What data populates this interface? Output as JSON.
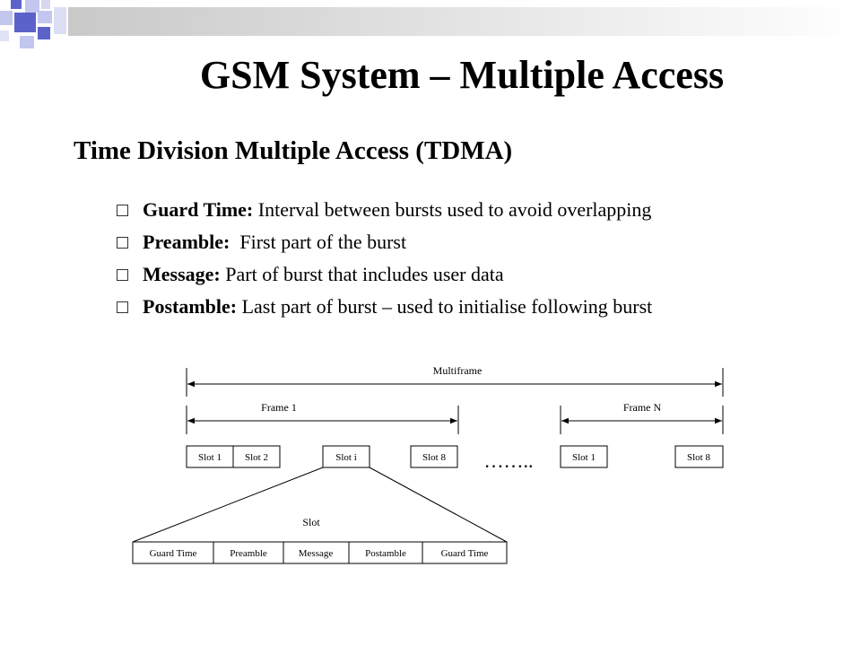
{
  "slide": {
    "title": "GSM System – Multiple Access",
    "subtitle": "Time Division Multiple Access (TDMA)",
    "bullets": [
      {
        "term": "Guard Time:",
        "text": " Interval between bursts used to avoid overlapping"
      },
      {
        "term": "Preamble:",
        "text": "  First part of the burst"
      },
      {
        "term": "Message:",
        "text": " Part of burst that includes user data"
      },
      {
        "term": "Postamble:",
        "text": " Last part of burst – used to initialise following burst"
      }
    ]
  },
  "diagram": {
    "multiframe_label": "Multiframe",
    "frame1_label": "Frame 1",
    "frameN_label": "Frame  N",
    "ellipsis": "……..",
    "frame1_slots": [
      "Slot 1",
      "Slot 2",
      "Slot i",
      "Slot 8"
    ],
    "frameN_slots": [
      "Slot 1",
      "Slot 8"
    ],
    "slot_label": "Slot",
    "burst_fields": [
      "Guard Time",
      "Preamble",
      "Message",
      "Postamble",
      "Guard Time"
    ]
  },
  "colors": {
    "decor_blue": "#5b63c9",
    "decor_light": "#c3c6ee",
    "decor_gray": "#c9c9c9",
    "bullet_border": "#333333"
  }
}
